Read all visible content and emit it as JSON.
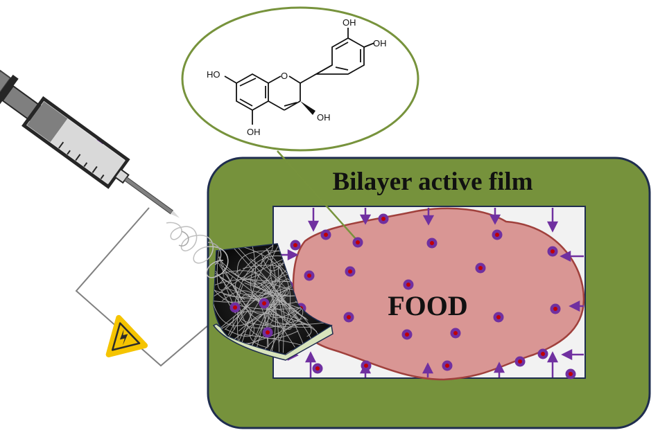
{
  "diagram": {
    "film_title": "Bilayer active film",
    "food_label": "FOOD",
    "molecule_labels": {
      "oh_top": "OH",
      "oh_right": "OH",
      "oh_left": "HO",
      "oh_bottom": "OH",
      "oh_c3": "OH",
      "ring_oxygen": "O"
    },
    "icons": [
      "syringe-icon",
      "high-voltage-warning-icon",
      "nanofiber-mat-icon",
      "molecule-particle-icon"
    ],
    "colors": {
      "film_green": "#76923c",
      "film_border": "#1f2d4f",
      "food_fill": "#d99694",
      "food_border": "#a0403c",
      "particle_outer": "#7030a0",
      "particle_inner": "#c00000",
      "arrow_purple": "#7030a0",
      "bubble_border": "#77933c",
      "warning_yellow": "#f5c400"
    }
  }
}
